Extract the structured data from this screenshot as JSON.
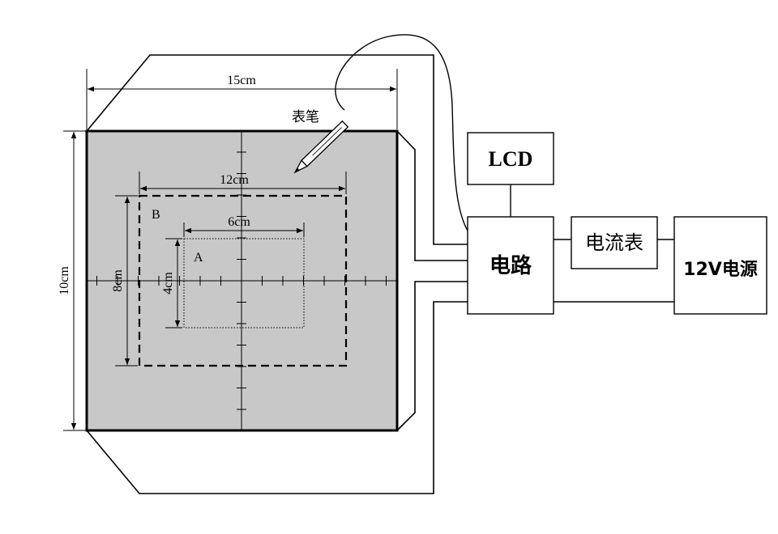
{
  "dimensions": {
    "width_15": "15cm",
    "height_10": "10cm",
    "rect_b_width": "12cm",
    "rect_b_height": "8cm",
    "rect_a_width": "6cm",
    "rect_a_height": "4cm"
  },
  "labels": {
    "pen": "表笔",
    "region_a": "A",
    "region_b": "B"
  },
  "boxes": {
    "lcd": "LCD",
    "circuit": "电路",
    "ammeter": "电流表",
    "power": "12V电源"
  },
  "colors": {
    "board_fill": "#c8c8c8",
    "line": "#000000",
    "background": "#ffffff"
  },
  "icons": {
    "pen": "pen-icon"
  }
}
